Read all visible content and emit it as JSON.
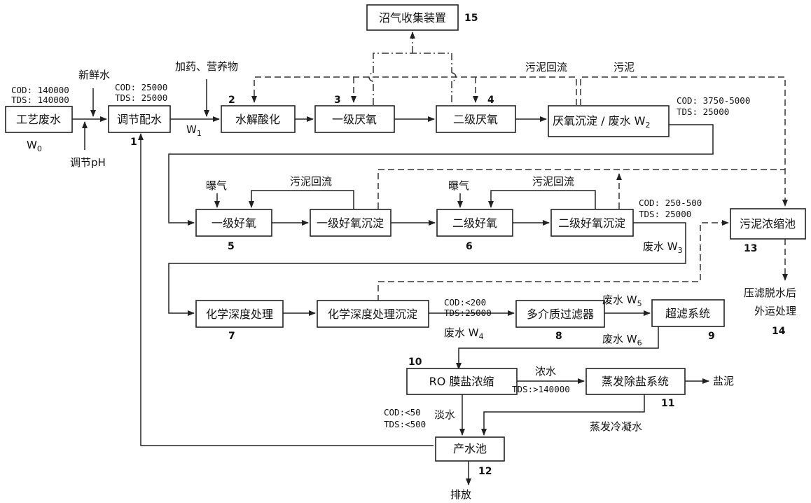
{
  "boxes": {
    "b1": "工艺废水",
    "b2": "调节配水",
    "b3": "水解酸化",
    "b4": "一级厌氧",
    "b5": "二级厌氧",
    "b6": "厌氧沉淀 / 废水 W",
    "b7": "沼气收集装置",
    "b8": "一级好氧",
    "b9": "一级好氧沉淀",
    "b10": "二级好氧",
    "b11": "二级好氧沉淀",
    "b12": "污泥浓缩池",
    "b13": "化学深度处理",
    "b14": "化学深度处理沉淀",
    "b15": "多介质过滤器",
    "b16": "超滤系统",
    "b17": "RO 膜盐浓缩",
    "b18": "蒸发除盐系统",
    "b19": "产水池"
  },
  "numbers": {
    "n1": "1",
    "n2": "2",
    "n3": "3",
    "n4": "4",
    "n5": "5",
    "n6": "6",
    "n7": "7",
    "n8": "8",
    "n9": "9",
    "n10": "10",
    "n11": "11",
    "n12": "12",
    "n13": "13",
    "n14": "14",
    "n15": "15"
  },
  "labels": {
    "w0": "W",
    "w0sub": "0",
    "w1": "W",
    "w1sub": "1",
    "w2sub": "2",
    "w3": "废水 W",
    "w3sub": "3",
    "w4": "废水 W",
    "w4sub": "4",
    "w5": "废水 W",
    "w5sub": "5",
    "w6": "废水 W",
    "w6sub": "6",
    "fresh_water": "新鲜水",
    "adjust_ph": "调节pH",
    "dosing": "加药、营养物",
    "sludge_return_1": "污泥回流",
    "sludge": "污泥",
    "aeration_1": "曝气",
    "sludge_return_2": "污泥回流",
    "aeration_2": "曝气",
    "sludge_return_3": "污泥回流",
    "press_1": "压滤脱水后",
    "press_2": "外运处理",
    "concentrate": "浓水",
    "fresh_out": "淡水",
    "salt_mud": "盐泥",
    "condensate": "蒸发冷凝水",
    "discharge": "排放"
  },
  "quality": {
    "q0a": "COD: 140000",
    "q0b": "TDS: 140000",
    "q1a": "COD: 25000",
    "q1b": "TDS: 25000",
    "q2a": "COD: 3750-5000",
    "q2b": "TDS: 25000",
    "q3a": "COD: 250-500",
    "q3b": "TDS: 25000",
    "q4a": "COD:<200",
    "q4b": "TDS:25000",
    "q5": "TDS:>140000",
    "q6a": "COD:<50",
    "q6b": "TDS:<500"
  }
}
